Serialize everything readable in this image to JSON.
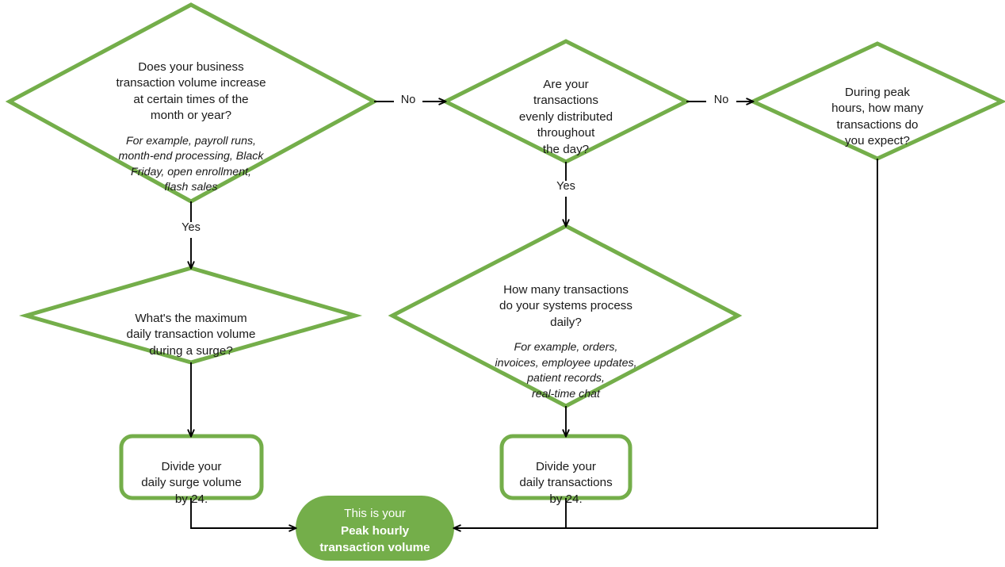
{
  "theme": {
    "green": "#74AE4A",
    "green_fill": "#74AE4A",
    "line": "#000000",
    "text": "#1a1a1a",
    "white": "#ffffff"
  },
  "flowchart": {
    "type": "decision-flowchart",
    "nodes": [
      {
        "id": "q-seasonality",
        "shape": "diamond",
        "title": "Does your business\ntransaction volume increase\nat certain times of the\nmonth or year?",
        "note": "For example, payroll runs,\nmonth-end processing, Black\nFriday, open enrollment,\nflash sales"
      },
      {
        "id": "q-even-distribution",
        "shape": "diamond",
        "title": "Are your\ntransactions\nevenly distributed\nthroughout\nthe day?",
        "note": ""
      },
      {
        "id": "q-peak-hours",
        "shape": "diamond",
        "title": "During peak\nhours, how many\ntransactions do\nyou expect?",
        "note": ""
      },
      {
        "id": "q-max-surge",
        "shape": "diamond",
        "title": "What's the maximum\ndaily transaction volume\nduring a surge?",
        "note": ""
      },
      {
        "id": "q-daily-volume",
        "shape": "diamond",
        "title": "How many transactions\ndo your systems process\ndaily?",
        "note": "For example, orders,\ninvoices, employee updates,\npatient records,\nreal-time chat"
      },
      {
        "id": "action-divide-surge",
        "shape": "rounded-box",
        "title": "Divide your\ndaily surge volume\nby 24."
      },
      {
        "id": "action-divide-daily",
        "shape": "rounded-box",
        "title": "Divide your\ndaily transactions\nby 24."
      },
      {
        "id": "result-peak-hourly",
        "shape": "pill",
        "lead": "This is your",
        "title": "Peak hourly\ntransaction volume"
      }
    ],
    "edge_labels": {
      "no_1": "No",
      "no_2": "No",
      "yes_1": "Yes",
      "yes_2": "Yes"
    }
  }
}
